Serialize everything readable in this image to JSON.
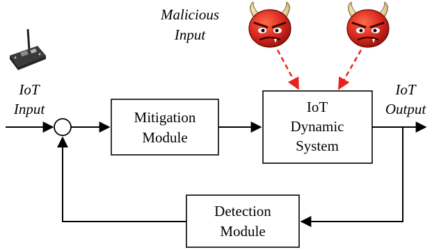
{
  "labels": {
    "malicious_input": [
      "Malicious",
      "Input"
    ],
    "iot_input": [
      "IoT",
      "Input"
    ],
    "iot_output": [
      "IoT",
      "Output"
    ]
  },
  "blocks": {
    "mitigation": [
      "Mitigation",
      "Module"
    ],
    "system": [
      "IoT",
      "Dynamic",
      "System"
    ],
    "detection": [
      "Detection",
      "Module"
    ]
  },
  "icons": {
    "device": "iot-board-icon",
    "attacker": "devil-face-icon"
  },
  "colors": {
    "attack_arrow": "#e8231f",
    "devil_face": "#d9261c",
    "line": "#000000"
  }
}
